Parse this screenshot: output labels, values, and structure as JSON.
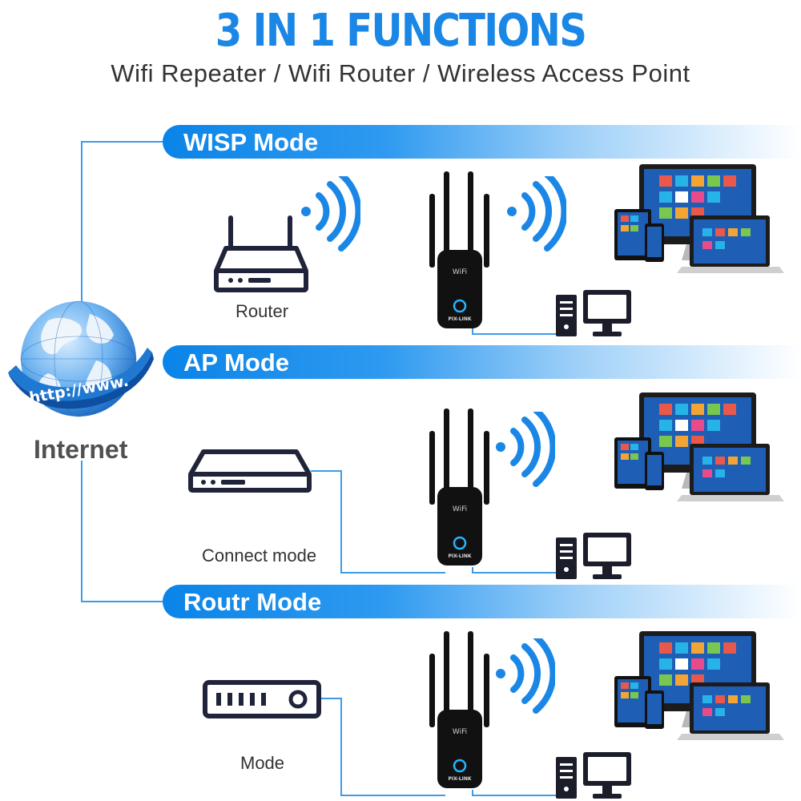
{
  "header": {
    "title": "3 IN 1 FUNCTIONS",
    "subtitle": "Wifi Repeater / Wifi Router / Wireless Access Point"
  },
  "internet": {
    "label": "Internet",
    "banner_text": "http://www."
  },
  "device": {
    "brand": "PIX-LINK",
    "badge": "WiFi"
  },
  "modes": [
    {
      "label": "WISP Mode",
      "source_label": "Router"
    },
    {
      "label": "AP Mode",
      "source_label": "Connect mode"
    },
    {
      "label": "Routr Mode",
      "source_label": "Mode"
    }
  ],
  "colors": {
    "accent": "#1a87e6",
    "wifi_wave": "#1a87e6",
    "line": "#3d9be9",
    "device_outline": "#20243a"
  }
}
